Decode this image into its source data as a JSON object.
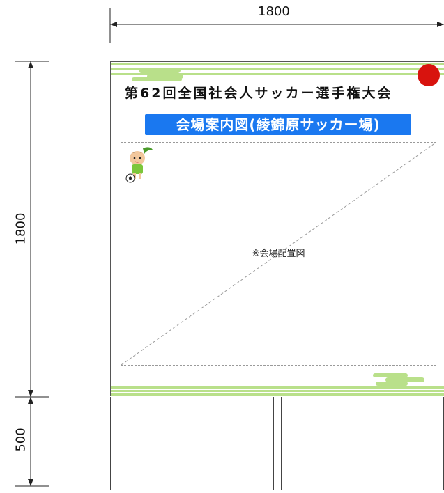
{
  "dimensions": {
    "width_label": "1800",
    "height_label": "1800",
    "leg_label": "500"
  },
  "sign": {
    "title": "第62回全国社会人サッカー選手権大会",
    "subtitle": "会場案内図(綾錦原サッカー場)",
    "placeholder_label": "※会場配置図",
    "colors": {
      "subtitle_bg": "#1a78f0",
      "stripe_green": "#b9e08a",
      "red_circle": "#d8130e"
    },
    "mascot_icon": "mascot-with-soccer-ball-icon"
  }
}
